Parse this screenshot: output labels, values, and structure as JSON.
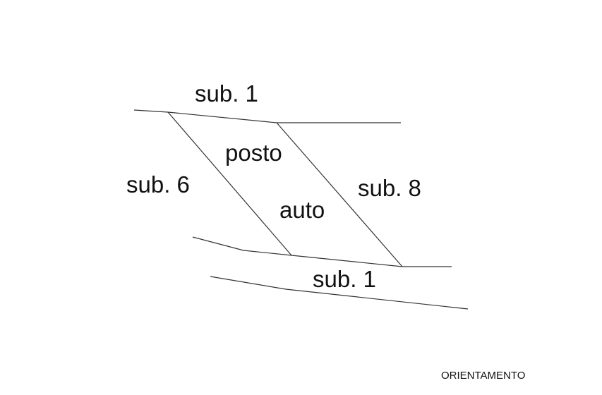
{
  "plan": {
    "labels": {
      "sub1_top": "sub. 1",
      "sub6": "sub. 6",
      "posto": "posto",
      "auto": "auto",
      "sub8": "sub. 8",
      "sub1_bottom": "sub. 1"
    },
    "footer": "ORIENTAMENTO",
    "line_color": "#333333"
  }
}
